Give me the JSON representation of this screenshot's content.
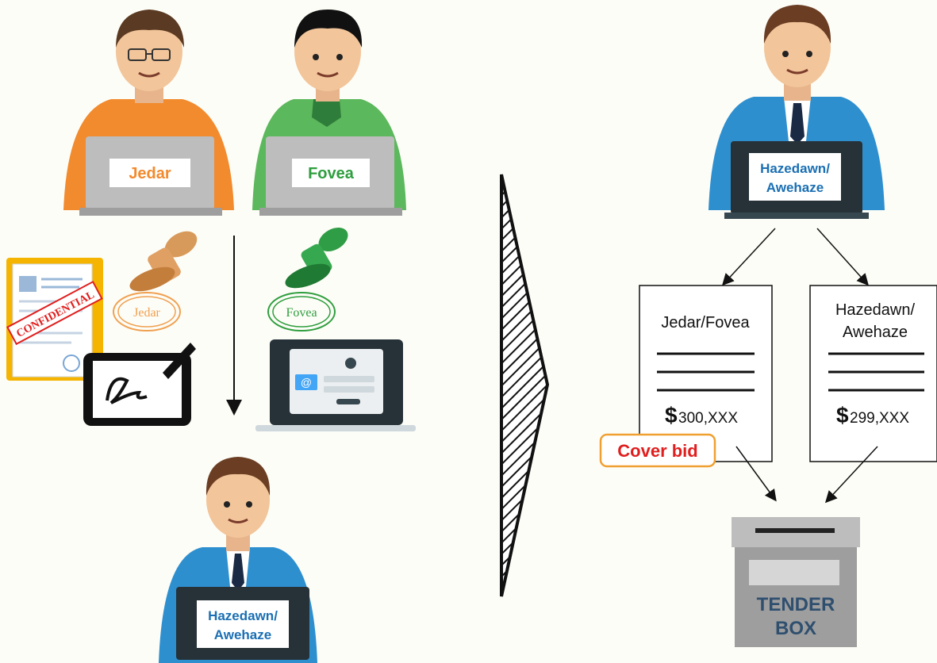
{
  "left_panel": {
    "person1_label": "Jedar",
    "person2_label": "Fovea",
    "stamp1_text": "Jedar",
    "stamp2_text": "Fovea",
    "confidential_text": "CONFIDENTIAL",
    "bottom_person_label_line1": "Hazedawn/",
    "bottom_person_label_line2": "Awehaze"
  },
  "right_panel": {
    "top_person_label_line1": "Hazedawn/",
    "top_person_label_line2": "Awehaze",
    "doc_left": {
      "title": "Jedar/Fovea",
      "currency": "$",
      "amount": "300,XXX"
    },
    "doc_right": {
      "title_line1": "Hazedawn/",
      "title_line2": "Awehaze",
      "currency": "$",
      "amount": "299,XXX"
    },
    "cover_bid_label": "Cover bid",
    "tender_box_line1": "TENDER",
    "tender_box_line2": "BOX"
  },
  "colors": {
    "orange": "#f28a2e",
    "green": "#5cb85c",
    "blue": "#2e8fcf",
    "label_blue": "#1b6fb3",
    "cover_bid_red": "#e01e1e",
    "cover_bid_border": "#f0a030"
  }
}
